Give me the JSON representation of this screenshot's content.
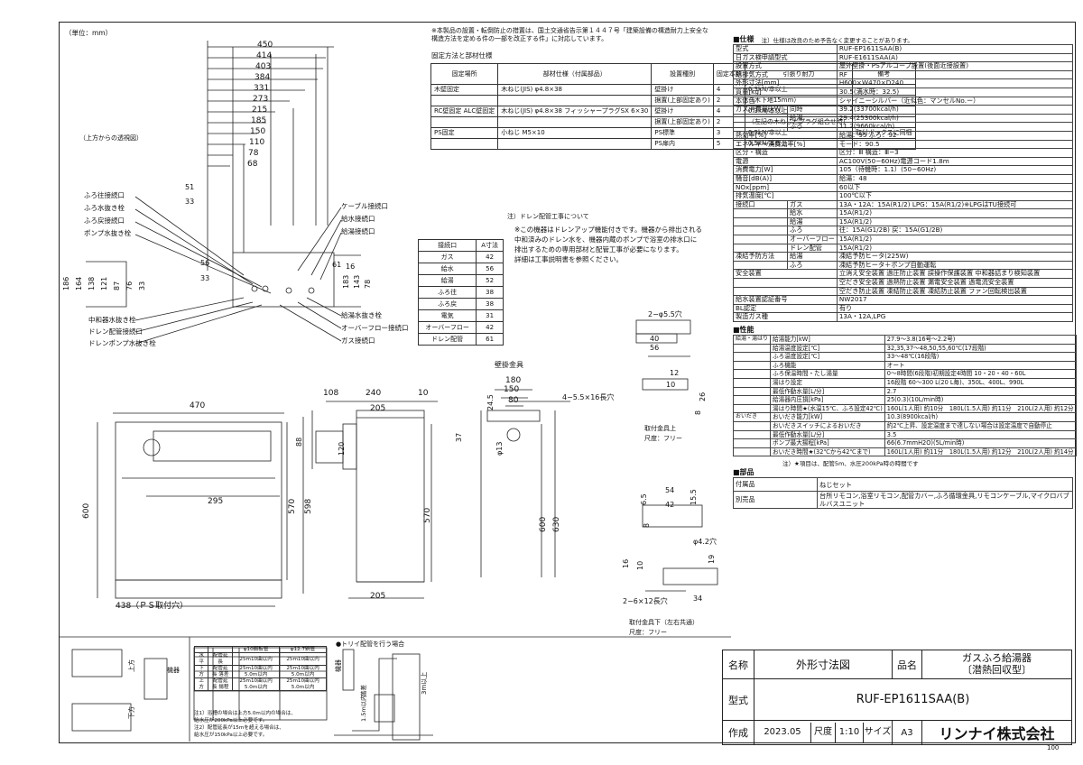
{
  "unit_note": "（単位：mm）",
  "top_dims": [
    "450",
    "414",
    "403",
    "384",
    "331",
    "273",
    "215",
    "185",
    "150",
    "110",
    "78",
    "68"
  ],
  "top_view_note": "（上方からの透視図）",
  "left_labels": [
    "ふろ往接続口",
    "ふろ水抜き栓",
    "ふろ戻接続口",
    "ポンプ水抜き栓"
  ],
  "left_labels_bottom": [
    "中和器水抜き栓",
    "ドレン配管接続口",
    "ドレンポンプ水抜き栓"
  ],
  "right_labels": [
    "ケーブル接続口",
    "給水接続口",
    "給湯接続口"
  ],
  "right_labels_bottom": [
    "給湯水抜き栓",
    "オーバーフロー接続口",
    "ガス接続口"
  ],
  "small_dims": [
    "51",
    "33",
    "56",
    "33",
    "61",
    "16"
  ],
  "vert_dims_left": [
    "186",
    "164",
    "138",
    "121",
    "87",
    "76",
    "33"
  ],
  "vert_dims_right": [
    "183",
    "143",
    "78"
  ],
  "notice": "※本製品の設置・転倒防止の措置は、国土交通省告示第１４４７号「建築設備の構造耐力上安全な構造方法を定める件の一部を改正する件」に対応しています。",
  "fix_title": "固定方法と部材仕様",
  "fix_table": {
    "headers": [
      "固定場所",
      "部材仕様（付属部品）",
      "設置種別",
      "固定本数",
      "引張り耐力",
      "備考"
    ],
    "rows": [
      [
        "木壁固定",
        "木ねじ(JIS) φ4.8×38",
        "壁掛け",
        "4",
        "0.3kN/本以上",
        ""
      ],
      [
        "",
        "",
        "据置(上部固定あり)",
        "2",
        "（木下地15mm）",
        ""
      ],
      [
        "RC壁固定 ALC壁固定",
        "木ねじ(JIS) φ4.8×38 フィッシャープラグSX 6×30",
        "壁掛け",
        "4",
        "0.3kN/本以上",
        ""
      ],
      [
        "",
        "",
        "据置(上部固定あり)",
        "2",
        "（左記の木ねじとプラグ組合せ時）",
        ""
      ],
      [
        "PS固定",
        "小ねじ M5×10",
        "PS標準",
        "3",
        "0.5kN/本以上",
        "取付ボックスに同梱"
      ],
      [
        "",
        "",
        "PS扉内",
        "5",
        "0.5kN/本以上",
        ""
      ]
    ]
  },
  "drain_note_title": "注）ドレン配管工事について",
  "drain_note": [
    "※この機器はドレンアップ機能付きです。機器から排出される",
    "中和済みのドレン水を、機器内蔵のポンプで浴室の排水口に",
    "排出するための専用部材と配管工事が必要になります。",
    "詳細は工事説明書を参照ください。"
  ],
  "conn_table": {
    "headers": [
      "接続口",
      "A寸法"
    ],
    "rows": [
      [
        "ガス",
        "42"
      ],
      [
        "給水",
        "56"
      ],
      [
        "給湯",
        "52"
      ],
      [
        "ふろ往",
        "38"
      ],
      [
        "ふろ戻",
        "38"
      ],
      [
        "電気",
        "31"
      ],
      [
        "オーバーフロー",
        "42"
      ],
      [
        "ドレン配管",
        "61"
      ]
    ]
  },
  "front_dims": [
    "470",
    "295",
    "600",
    "570",
    "598",
    "438（ＰＳ取付穴）",
    "88"
  ],
  "side_dims": [
    "108",
    "240",
    "10",
    "205",
    "120",
    "570",
    "205"
  ],
  "bracket_title": "壁掛金具",
  "bracket_dims": [
    "180",
    "150",
    "80",
    "24.5",
    "37",
    "600",
    "630",
    "φ13",
    "4−5.5×16長穴"
  ],
  "fitting_dims_a": [
    "2−φ5.5穴",
    "40",
    "56",
    "12",
    "10",
    "26",
    "8"
  ],
  "fitting_a_caption": [
    "取付金具上",
    "尺度：フリー"
  ],
  "fitting_dims_b": [
    "54",
    "42",
    "6.5",
    "15.5",
    "8",
    "φ4.2穴",
    "16",
    "10",
    "2−6×12長穴",
    "34",
    "19"
  ],
  "fitting_b_caption": [
    "取付金具下（左右共通）",
    "尺度：フリー"
  ],
  "spec": {
    "title": "■仕様",
    "note": "注）仕様は改良のため予告なく変更することがあります。",
    "rows": [
      [
        "型式",
        "",
        "RUF-EP1611SAA(B)"
      ],
      [
        "日ガス検申請型式",
        "",
        "RUF-E1611SAA(A)"
      ],
      [
        "設置方式",
        "",
        "屋外壁掛・PSアルコーブ設置(後面近接設置)"
      ],
      [
        "給排気方式",
        "",
        "RF"
      ],
      [
        "外形寸法[mm]",
        "",
        "H600×W470×D240"
      ],
      [
        "質量[kg]",
        "",
        "30.5(満水時：32.5)"
      ],
      [
        "本体色",
        "",
        "シャイニーシルバー（近似色：マンセルNo.ー）"
      ],
      [
        "ガス消費量[kW]",
        "同時",
        "39.2(33700kcal/h)"
      ],
      [
        "",
        "給湯",
        "29.4(25300kcal/h)"
      ],
      [
        "",
        "ふろ",
        "11.2(9660kcal/h)"
      ],
      [
        "熱効率[%]",
        "",
        "給湯：95 ふろ：92"
      ],
      [
        "エネルギー消費効率[%]",
        "",
        "モード：90.5"
      ],
      [
        "区分・構造",
        "",
        "区分：Ⅲ 構造：Ⅲ−3"
      ],
      [
        "電源",
        "",
        "AC100V(50−60Hz)電源コード1.8m"
      ],
      [
        "消費電力[W]",
        "",
        "105（待機時：1.1）(50−60Hz)"
      ],
      [
        "騒音[dB(A)]",
        "",
        "給湯：48"
      ],
      [
        "NOx[ppm]",
        "",
        "60以下"
      ],
      [
        "排気温度[℃]",
        "",
        "100℃以下"
      ],
      [
        "接続口",
        "ガス",
        "13A・12A：15A(R1/2) LPG：15A(R1/2)※LPGはTU接続可"
      ],
      [
        "",
        "給水",
        "15A(R1/2)"
      ],
      [
        "",
        "給湯",
        "15A(R1/2)"
      ],
      [
        "",
        "ふろ",
        "往：15A(G1/2B) 戻：15A(G1/2B)"
      ],
      [
        "",
        "オーバーフロー",
        "15A(R1/2)"
      ],
      [
        "",
        "ドレン配管",
        "15A(R1/2)"
      ],
      [
        "凍結予防方法",
        "給湯",
        "凍結予防ヒータ(225W)"
      ],
      [
        "",
        "ふろ",
        "凍結予防ヒータ＋ポンプ自動運転"
      ],
      [
        "安全装置",
        "",
        "立消え安全装置 過圧防止装置 誤操作保護装置 中和器詰まり検知装置"
      ],
      [
        "",
        "",
        "空だき安全装置 過熱防止装置 漏電安全装置 過電流安全装置"
      ],
      [
        "",
        "",
        "空だき防止装置 凍結防止装置 凍結防止装置 ファン回転検出装置"
      ],
      [
        "給水装置認証番号",
        "",
        "NW2017"
      ],
      [
        "BL認定",
        "",
        "有り"
      ],
      [
        "製造ガス種",
        "",
        "13A・12A,LPG"
      ]
    ],
    "perf_title": "■性能",
    "perf_rows": [
      [
        "給湯・湯はり",
        "給湯能力[kW]",
        "27.9〜3.8(16号〜2.2号)"
      ],
      [
        "",
        "給湯温度設定[℃]",
        "32,35,37〜48,50,55,60℃(17段階)"
      ],
      [
        "",
        "ふろ温度設定[℃]",
        "33〜48℃(16段階)"
      ],
      [
        "",
        "ふろ機能",
        "オート"
      ],
      [
        "",
        "ふろ保温時間・たし湯量",
        "0〜8時間(6段階)初期設定4時間 10・20・40・60L"
      ],
      [
        "",
        "湯はり設定",
        "16段階 60〜300 L(20 L毎)、350L、400L、990L"
      ],
      [
        "",
        "最低作動水量[L/分]",
        "2.7"
      ],
      [
        "",
        "給湯器内圧損[kPa]",
        "25(0.3)(10L/min時)"
      ],
      [
        "",
        "湯はり時間★(水温15℃、ふろ設定42℃)",
        "160L(1人用) 約10分　180L(1.5人用) 約11分　210L(2人用) 約12分"
      ],
      [
        "おいだき",
        "おいだき能力[kW]",
        "10.3(8900kcal/h)"
      ],
      [
        "",
        "おいだきスイッチによるおいだき",
        "約2℃上昇、設定温度まで達しない場合は設定温度で自動停止"
      ],
      [
        "",
        "最低作動水量[L/分]",
        "3.5"
      ],
      [
        "",
        "ポンプ最大揚程[kPa]",
        "66(6.7mmH2O)(5L/min時)"
      ],
      [
        "",
        "おいだき時間★(32℃から42℃まで)",
        "160L(1人用) 約11分　180L(1.5人用) 約12分　210L(2人用) 約14分"
      ]
    ],
    "perf_note": "注）★項目は、配管5m、水圧200kPa時の時間です",
    "parts_title": "■部品",
    "parts_rows": [
      [
        "付属品",
        "ねじセット"
      ],
      [
        "別売品",
        "台所リモコン,浴室リモコン,配管カバー,ふろ循環金具,リモコンケーブル,マイクロバブルバスユニット"
      ]
    ]
  },
  "pipe_table": {
    "headers": [
      "",
      "",
      "φ10鋼板管",
      "φ12.7銅管"
    ],
    "rows": [
      [
        "水平",
        "配管延長",
        "25m10曲以内",
        "25m10曲以内"
      ],
      [
        "下方",
        "配管延長 落差",
        "25m10曲以内 5.0m以内",
        "25m10曲以内 5.0m以内"
      ],
      [
        "上方",
        "配管延長 揚程",
        "25m10曲以内 5.0m以内",
        "25m10曲以内 5.0m以内"
      ]
    ],
    "notes": [
      "注1）浴槽の場合は上方5.0m以内の場合は、",
      "給水圧が200kPa以上必要です。",
      "注2）配管延長が15mを超える場合は、",
      "給水圧が150kPa以上必要です。"
    ]
  },
  "tori_title": "●トリイ配管を行う場合",
  "pipe_small_labels": [
    "上方",
    "下方",
    "機器",
    "機器",
    "落差",
    "1.5m以内",
    "3m以上"
  ],
  "title_block": {
    "name_label": "名称",
    "name_value": "外形寸法図",
    "item_label": "品名",
    "item_value": "ガスふろ給湯器\n〔潜熱回収型〕",
    "model_label": "型式",
    "model_value": "RUF-EP1611SAA(B)",
    "made_label": "作成",
    "date": "2023.05",
    "scale_label": "尺度",
    "scale": "1:10",
    "size_label": "サイズ",
    "size": "A3",
    "company": "リンナイ株式会社"
  },
  "page_number": "100"
}
